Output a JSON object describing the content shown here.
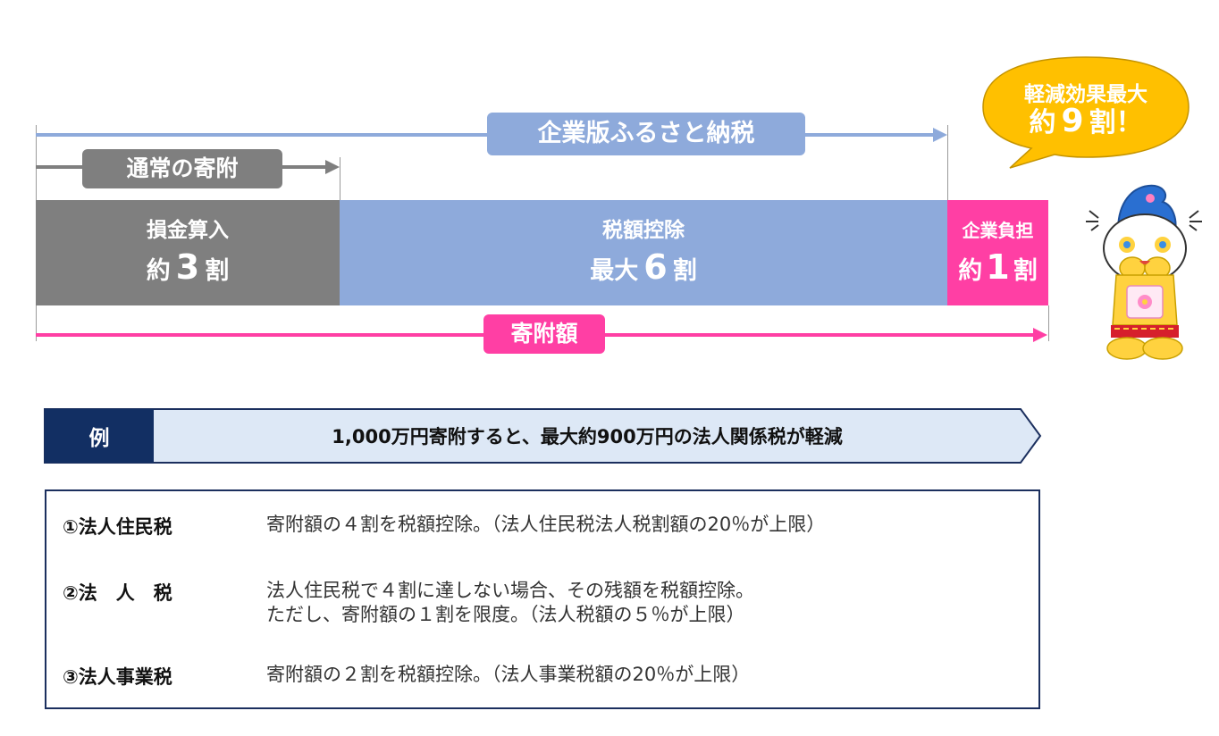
{
  "header_pills": {
    "furusato": "企業版ふるさと納税",
    "normal": "通常の寄附",
    "total": "寄附額"
  },
  "segments": [
    {
      "label": "損金算入",
      "prefix": "約",
      "value": "3",
      "suffix": "割",
      "share": 0.3,
      "color": "#7f7f7f"
    },
    {
      "label": "税額控除",
      "prefix": "最大",
      "value": "6",
      "suffix": "割",
      "share": 0.6,
      "color": "#8eaadb"
    },
    {
      "label": "企業負担",
      "prefix": "約",
      "value": "1",
      "suffix": "割",
      "share": 0.1,
      "color": "#ff3fa4"
    }
  ],
  "bubble": {
    "line1": "軽減効果最大",
    "prefix": "約",
    "value": "9",
    "suffix": "割！"
  },
  "example": {
    "label": "例",
    "text": "1,000万円寄附すると、最大約900万円の法人関係税が軽減"
  },
  "rules": [
    {
      "name": "①法人住民税",
      "desc": "寄附額の４割を税額控除。（法人住民税法人税割額の20％が上限）"
    },
    {
      "name": "②法　人　税",
      "desc": "法人住民税で４割に達しない場合、その残額を税額控除。\nただし、寄附額の１割を限度。（法人税額の５％が上限）"
    },
    {
      "name": "③法人事業税",
      "desc": "寄附額の２割を税額控除。（法人事業税額の20％が上限）"
    }
  ],
  "colors": {
    "gray": "#7f7f7f",
    "blue": "#8eaadb",
    "pink": "#ff3fa4",
    "navy": "#122f63",
    "light_blue": "#dde8f6",
    "bubble": "#ffc000"
  }
}
